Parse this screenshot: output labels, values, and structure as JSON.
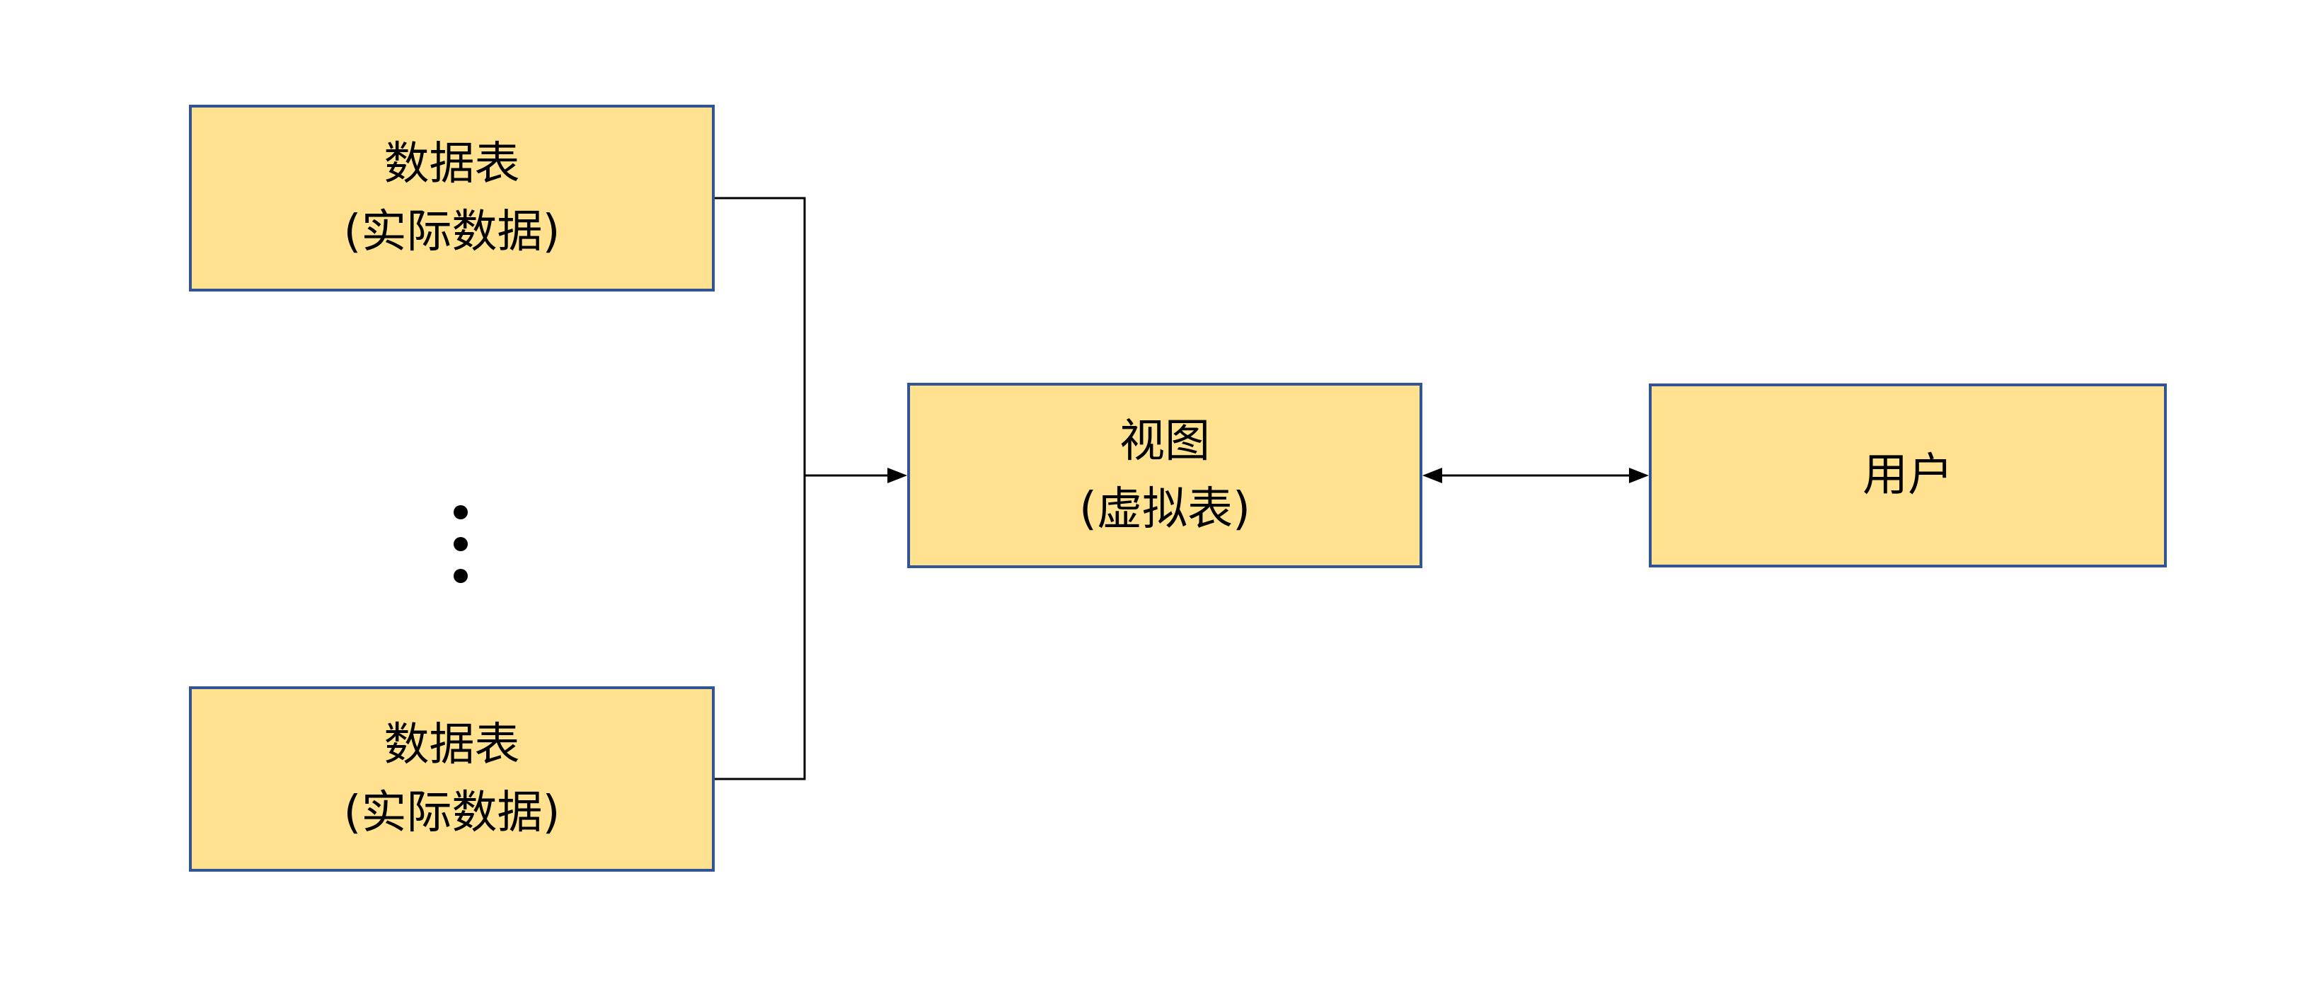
{
  "nodes": {
    "table_top": {
      "line1": "数据表",
      "line2": "(实际数据)"
    },
    "table_bottom": {
      "line1": "数据表",
      "line2": "(实际数据)"
    },
    "view": {
      "line1": "视图",
      "line2": "(虚拟表)"
    },
    "user": {
      "label": "用户"
    }
  },
  "icons": {
    "ellipsis": "vertical-ellipsis"
  },
  "colors": {
    "node_fill": "#FFE18F",
    "node_border": "#2F5597",
    "connector": "#000000",
    "text": "#000000",
    "canvas_bg": "#FFFFFF"
  }
}
